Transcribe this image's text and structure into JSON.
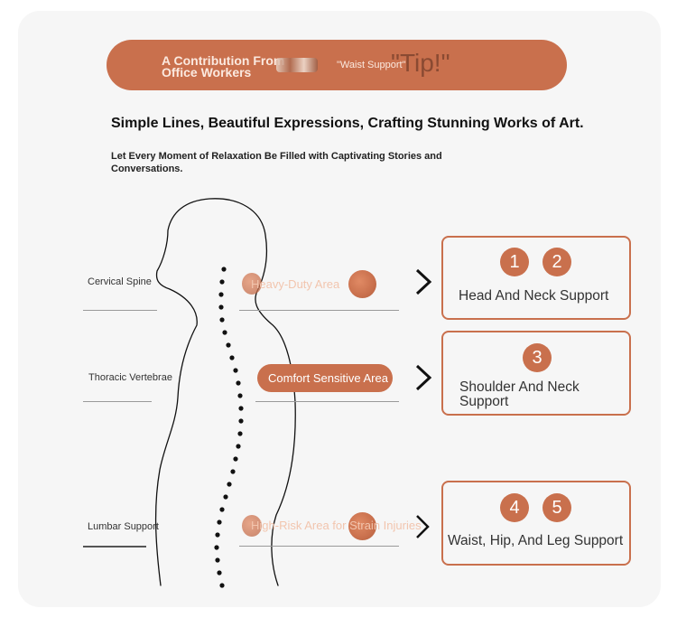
{
  "banner": {
    "contribution": "A Contribution From Office Workers",
    "waist": "\"Waist Support\"",
    "tip": "\"Tip!\""
  },
  "headline": "Simple Lines, Beautiful Expressions, Crafting Stunning Works of Art.",
  "subline": "Let Every Moment of Relaxation Be Filled with Captivating Stories and Conversations.",
  "side_labels": {
    "cervical": "Cervical Spine",
    "thoracic": "Thoracic Vertebrae",
    "lumbar": "Lumbar Support"
  },
  "areas": {
    "heavy_duty": "Heavy-Duty Area",
    "comfort": "Comfort Sensitive Area",
    "high_risk": "High-Risk Area for Strain Injuries"
  },
  "support_boxes": [
    {
      "numbers": [
        "1",
        "2"
      ],
      "label": "Head And Neck Support"
    },
    {
      "numbers": [
        "3"
      ],
      "label": "Shoulder And Neck Support"
    },
    {
      "numbers": [
        "4",
        "5"
      ],
      "label": "Waist, Hip, And Leg Support"
    }
  ],
  "colors": {
    "accent": "#c9704d",
    "background": "#f6f6f6"
  }
}
